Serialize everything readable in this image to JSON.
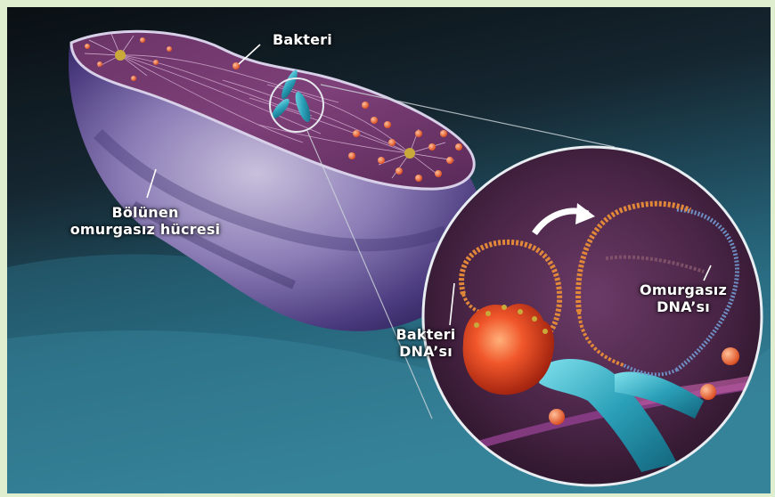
{
  "labels": {
    "bacterium": "Bakteri",
    "dividing_cell_line1": "Bölünen",
    "dividing_cell_line2": "omurgasız hücresi",
    "bacterial_dna_line1": "Bakteri",
    "bacterial_dna_line2": "DNA’sı",
    "invertebrate_dna_line1": "Omurgasız",
    "invertebrate_dna_line2": "DNA’sı"
  },
  "colors": {
    "border": "#dfeecf",
    "background_top": "#0d1419",
    "background_bottom": "#2d7288",
    "cell_membrane": "#8a6fb8",
    "cytoplasm": "#5a2d5c",
    "bacterium": "#e8421c",
    "chromosome": "#3fb4c8",
    "bacterial_dna": "#e0873a",
    "invertebrate_dna": "#6e8fc4"
  }
}
